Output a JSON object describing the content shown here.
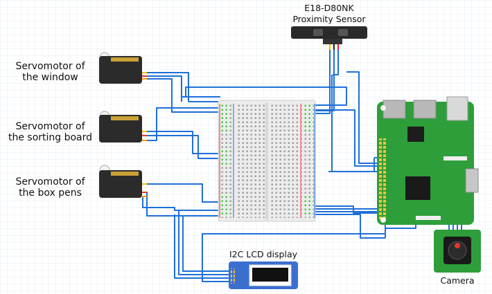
{
  "labels": {
    "servo_window": {
      "line1": "Servomotor of",
      "line2": "the window"
    },
    "servo_sorting": {
      "line1": "Servomotor of",
      "line2": "the sorting board"
    },
    "servo_box": {
      "line1": "Servomotor of",
      "line2": "the box pens"
    },
    "sensor": {
      "line1": "E18-D80NK",
      "line2": "Proximity Sensor"
    },
    "lcd": "I2C LCD display",
    "camera": "Camera"
  },
  "colors": {
    "wire": "#1e6fd9",
    "wire_yellow": "#f2c500",
    "wire_red": "#e03a2f",
    "wire_orange": "#ff9900",
    "pi_board": "#2e9e3a",
    "breadboard": "#ececec",
    "lcd_board": "#3a6fd0",
    "servo_body": "#2b2b2b",
    "grid": "#e6ecf3"
  },
  "icons": [
    "servo-icon",
    "proximity-sensor-icon",
    "breadboard-icon",
    "raspberry-pi-icon",
    "lcd-module-icon",
    "camera-module-icon"
  ]
}
